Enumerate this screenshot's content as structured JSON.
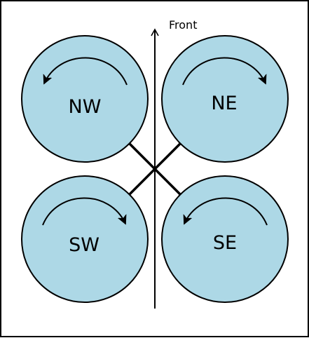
{
  "diagram": {
    "front_label": "Front",
    "colors": {
      "rotor_fill": "#add8e6",
      "stroke": "#000000",
      "background": "#ffffff"
    },
    "rotors": [
      {
        "id": "nw",
        "label": "NW",
        "rotation": "counter-clockwise"
      },
      {
        "id": "ne",
        "label": "NE",
        "rotation": "clockwise"
      },
      {
        "id": "sw",
        "label": "SW",
        "rotation": "clockwise"
      },
      {
        "id": "se",
        "label": "SE",
        "rotation": "counter-clockwise"
      }
    ]
  }
}
